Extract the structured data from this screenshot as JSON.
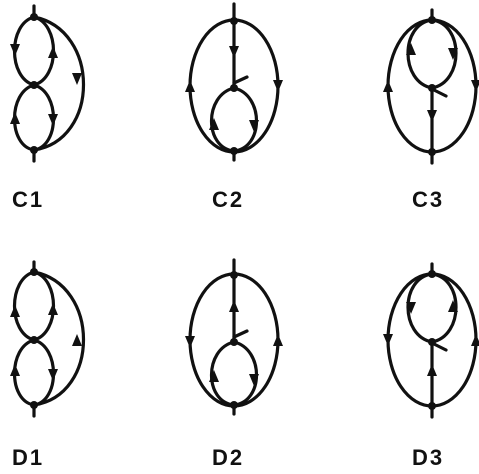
{
  "figure": {
    "background": "#ffffff",
    "ink": "#111111"
  },
  "diagrams": [
    {
      "id": "C1",
      "label": "C1",
      "topology": "figure-eight with outer arc"
    },
    {
      "id": "C2",
      "label": "C2",
      "topology": "oval with inner loop at bottom"
    },
    {
      "id": "C3",
      "label": "C3",
      "topology": "oval with inner loop at top"
    },
    {
      "id": "D1",
      "label": "D1",
      "topology": "figure-eight with outer arc"
    },
    {
      "id": "D2",
      "label": "D2",
      "topology": "oval with inner loop at bottom"
    },
    {
      "id": "D3",
      "label": "D3",
      "topology": "oval with inner loop at top"
    }
  ]
}
